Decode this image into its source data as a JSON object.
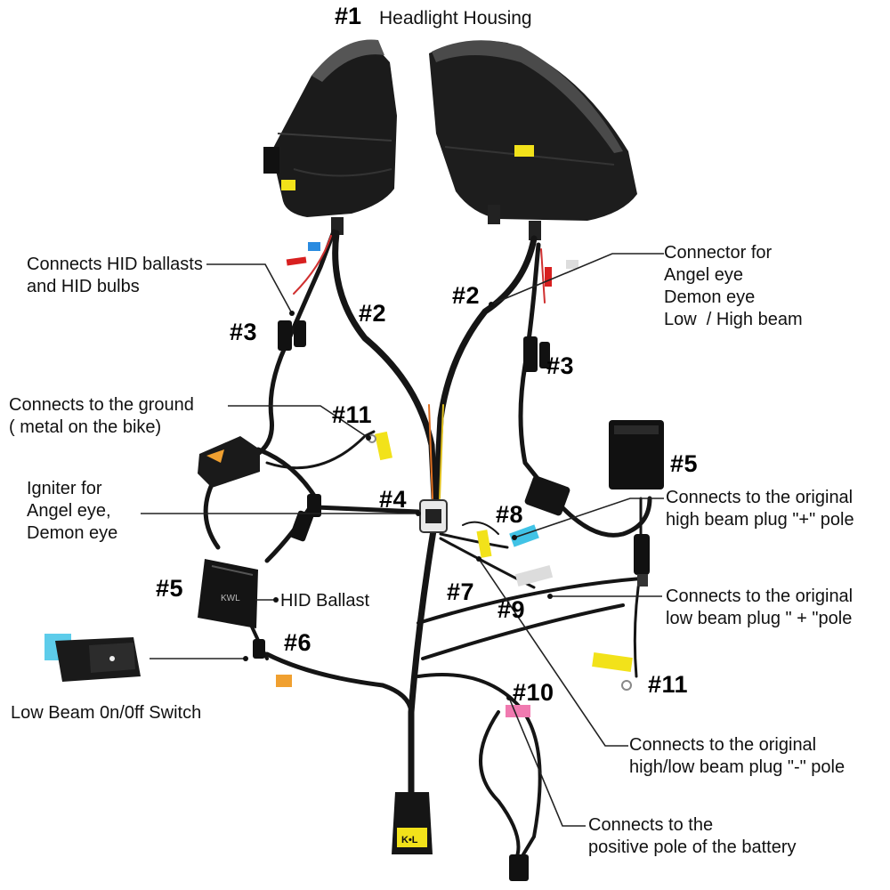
{
  "title": {
    "number": "#1",
    "text": "Headlight Housing"
  },
  "part_numbers": {
    "n2_left": "#2",
    "n2_right": "#2",
    "n3_left": "#3",
    "n3_right": "#3",
    "n4": "#4",
    "n5_left": "#5",
    "n5_right": "#5",
    "n6": "#6",
    "n7": "#7",
    "n8": "#8",
    "n9": "#9",
    "n10": "#10",
    "n11_left": "#11",
    "n11_right": "#11"
  },
  "callouts": {
    "connects_hid": "Connects HID ballasts\nand HID bulbs",
    "connector_angel": "Connector for\nAngel eye\nDemon eye\nLow  / High beam",
    "ground": "Connects to the ground\n( metal on the bike)",
    "igniter": "Igniter for\nAngel eye,\nDemon eye",
    "hid_ballast": "HID Ballast",
    "switch": "Low Beam 0n/0ff Switch",
    "high_plus": "Connects to the original\nhigh beam plug \"+\" pole",
    "low_plus": "Connects to the original\nlow beam plug \" + \"pole",
    "neg_pole": "Connects to the original\nhigh/low beam plug \"-\" pole",
    "battery": "Connects to the\npositive pole of the battery"
  },
  "product_labels": {
    "ballast_brand": "KWL",
    "plug_brand": "K•L"
  },
  "colors": {
    "wire": "#151515",
    "tape_yellow": "#f2e21a",
    "tape_pink": "#f07ab0",
    "tape_blue": "#41c3e6",
    "tape_orange": "#f0a030"
  }
}
